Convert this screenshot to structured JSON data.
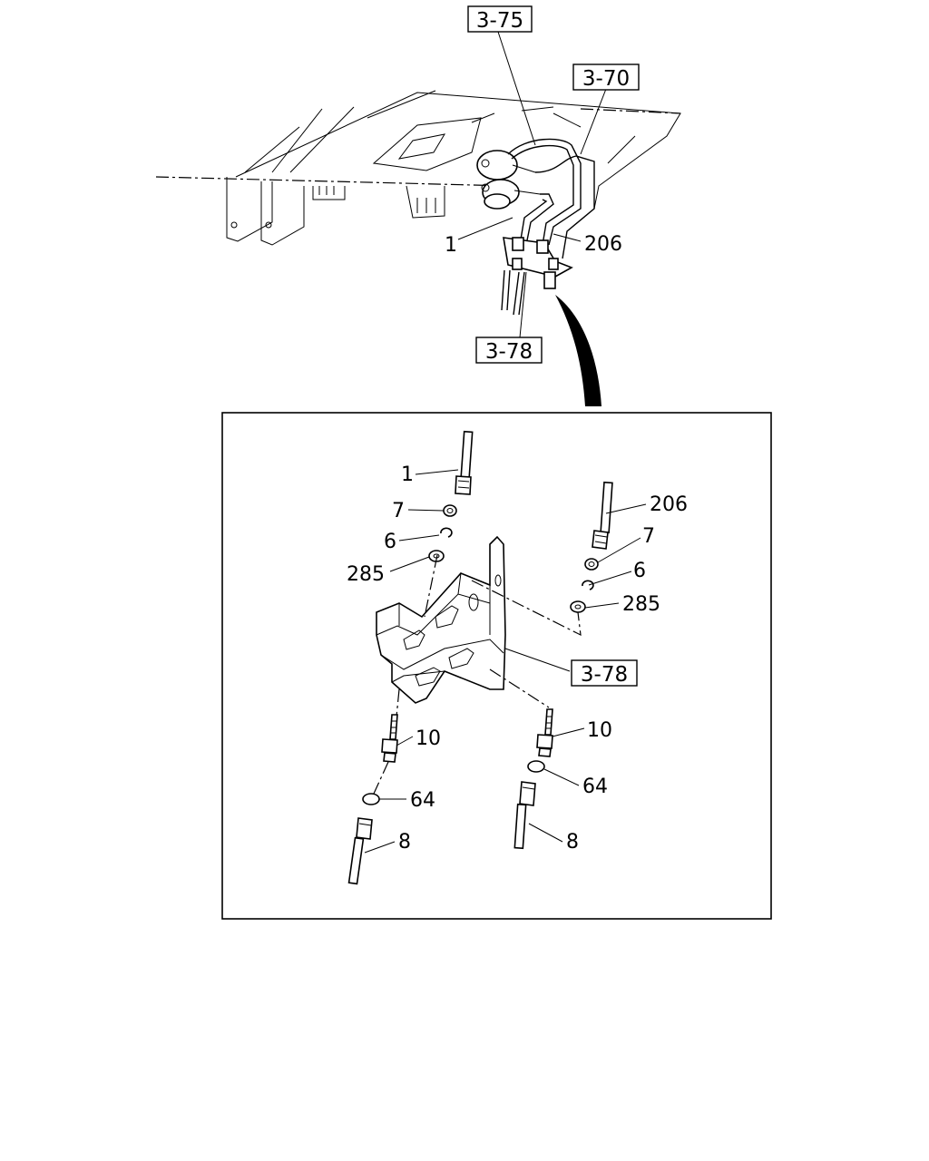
{
  "callouts": {
    "ref_top_1": "3-75",
    "ref_top_2": "3-70",
    "ref_top_3": "3-78",
    "ref_detail": "3-78",
    "top_part_1": "1",
    "top_part_206": "206",
    "d_1": "1",
    "d_7_left": "7",
    "d_6_left": "6",
    "d_285_left": "285",
    "d_206": "206",
    "d_7_right": "7",
    "d_6_right": "6",
    "d_285_right": "285",
    "d_10_left": "10",
    "d_10_right": "10",
    "d_64_left": "64",
    "d_64_right": "64",
    "d_8_left": "8",
    "d_8_right": "8"
  }
}
